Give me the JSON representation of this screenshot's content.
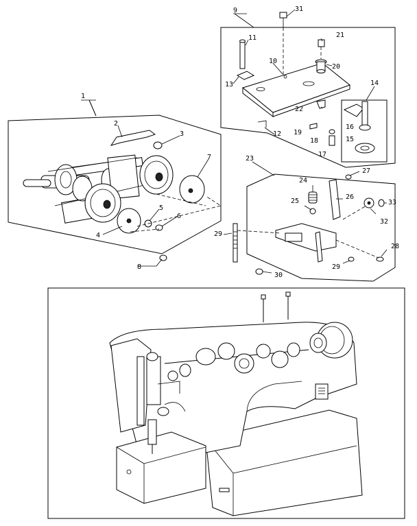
{
  "diagram": {
    "callouts": [
      "1",
      "2",
      "3",
      "4",
      "5",
      "6",
      "7",
      "8",
      "9",
      "10",
      "11",
      "12",
      "13",
      "14",
      "15",
      "16",
      "17",
      "18",
      "19",
      "20",
      "21",
      "22",
      "23",
      "24",
      "25",
      "26",
      "27",
      "28",
      "29",
      "29",
      "30",
      "31",
      "32",
      "33"
    ],
    "machine_badge": "",
    "colors": {
      "ink": "#000000",
      "paper": "#ffffff"
    }
  }
}
